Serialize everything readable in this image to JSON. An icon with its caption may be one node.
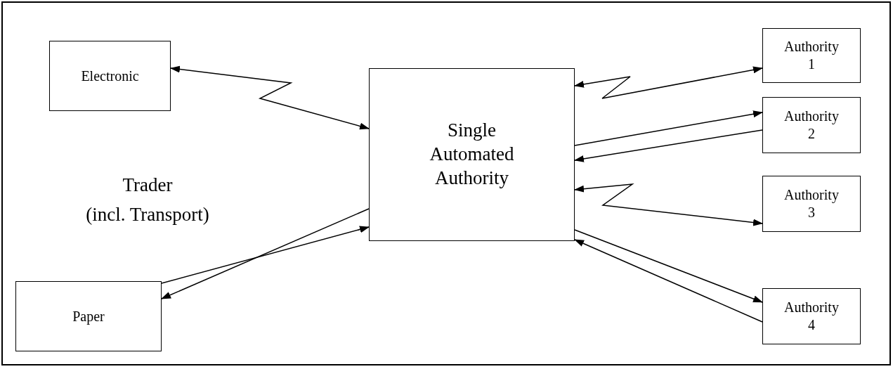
{
  "diagram": {
    "nodes": [
      {
        "text": [
          "Electronic"
        ]
      },
      {
        "text": [
          "Paper"
        ]
      },
      {
        "text": [
          "Single Automated Authority"
        ]
      },
      {
        "text": [
          "Authority 1"
        ]
      },
      {
        "text": [
          "Authority 2"
        ]
      },
      {
        "text": [
          "Authority 3"
        ]
      },
      {
        "text": [
          "Authority 4"
        ]
      }
    ],
    "edges": [
      {
        "from": 0,
        "to": 2,
        "arrow": "both"
      },
      {
        "from": 2,
        "to": 1,
        "arrow": "to"
      },
      {
        "from": 1,
        "to": 2,
        "arrow": "to"
      },
      {
        "from": 2,
        "to": 3,
        "arrow": "both"
      },
      {
        "from": 2,
        "to": 4,
        "arrow": "to"
      },
      {
        "from": 4,
        "to": 2,
        "arrow": "to"
      },
      {
        "from": 2,
        "to": 5,
        "arrow": "both"
      },
      {
        "from": 2,
        "to": 6,
        "arrow": "to"
      },
      {
        "from": 6,
        "to": 2,
        "arrow": "to"
      }
    ],
    "labels": [
      "Trader",
      "(incl. Transport)"
    ]
  }
}
